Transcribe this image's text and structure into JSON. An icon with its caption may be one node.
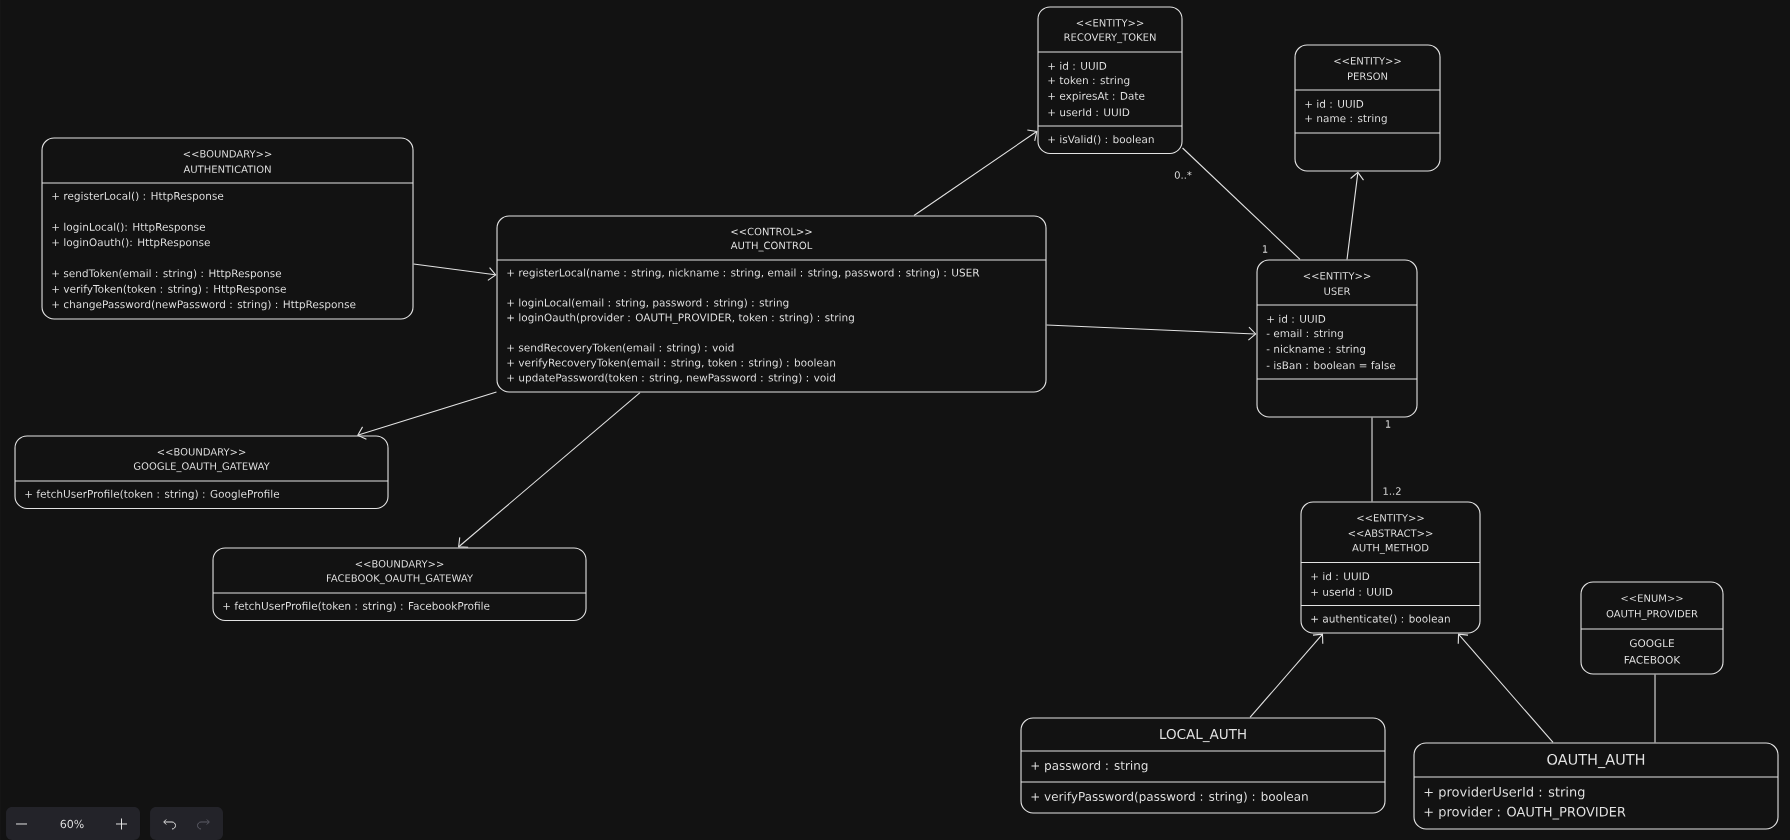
{
  "diagram": {
    "nodes": [
      {
        "text": [
          "<<BOUNDARY>>",
          "AUTHENTICATION",
          "+ registerLocal() : HttpResponse",
          "+ loginLocal(): HttpResponse",
          "+ loginOauth(): HttpResponse",
          "+ sendToken(email : string) : HttpResponse",
          "+ verifyToken(token : string) : HttpResponse",
          "+ changePassword(newPassword : string) : HttpResponse"
        ]
      },
      {
        "text": [
          "<<CONTROL>>",
          "AUTH_CONTROL",
          "+ registerLocal(name : string, nickname : string, email : string, password : string) : USER",
          "+ loginLocal(email : string, password : string) : string",
          "+ loginOauth(provider : OAUTH_PROVIDER, token : string) : string",
          "+ sendRecoveryToken(email : string) : void",
          "+ verifyRecoveryToken(email : string, token : string) : boolean",
          "+ updatePassword(token : string, newPassword : string) : void"
        ]
      },
      {
        "text": [
          "<<BOUNDARY>>",
          "GOOGLE_OAUTH_GATEWAY",
          "+ fetchUserProfile(token : string) : GoogleProfile"
        ]
      },
      {
        "text": [
          "<<BOUNDARY>>",
          "FACEBOOK_OAUTH_GATEWAY",
          "+ fetchUserProfile(token : string) : FacebookProfile"
        ]
      },
      {
        "text": [
          "<<ENTITY>>",
          "RECOVERY_TOKEN",
          "+ id : UUID",
          "+ token : string",
          "+ expiresAt : Date",
          "+ userId : UUID",
          "+ isValid() : boolean"
        ]
      },
      {
        "text": [
          "<<ENTITY>>",
          "PERSON",
          "+ id : UUID",
          "+ name : string"
        ]
      },
      {
        "text": [
          "<<ENTITY>>",
          "USER",
          "+ id : UUID",
          "- email : string",
          "- nickname : string",
          "- isBan : boolean = false"
        ]
      },
      {
        "text": [
          "<<ENTITY>>",
          "<<ABSTRACT>>",
          "AUTH_METHOD",
          "+ id : UUID",
          "+ userId : UUID",
          "+ authenticate() : boolean"
        ]
      },
      {
        "text": [
          "<<ENUM>>",
          "OAUTH_PROVIDER",
          "GOOGLE",
          "FACEBOOK"
        ]
      },
      {
        "text": [
          "LOCAL_AUTH",
          "+ password : string",
          "+ verifyPassword(password : string) : boolean"
        ]
      },
      {
        "text": [
          "OAUTH_AUTH",
          "+ providerUserId : string",
          "+ provider : OAUTH_PROVIDER"
        ]
      }
    ],
    "edges": [
      {
        "from": 0,
        "to": 1,
        "arrow": "to"
      },
      {
        "from": 1,
        "to": 2,
        "arrow": "to"
      },
      {
        "from": 1,
        "to": 3,
        "arrow": "to"
      },
      {
        "from": 1,
        "to": 4,
        "arrow": "to"
      },
      {
        "from": 1,
        "to": 6,
        "arrow": "to"
      },
      {
        "from": 4,
        "to": 6,
        "arrow": "none"
      },
      {
        "from": 6,
        "to": 5,
        "arrow": "to"
      },
      {
        "from": 6,
        "to": 7,
        "arrow": "none"
      },
      {
        "from": 9,
        "to": 7,
        "arrow": "to"
      },
      {
        "from": 10,
        "to": 7,
        "arrow": "to"
      },
      {
        "from": 8,
        "to": 10,
        "arrow": "none"
      }
    ],
    "labels": [
      "0..*",
      "1",
      "1",
      "1..2",
      "60%"
    ]
  }
}
